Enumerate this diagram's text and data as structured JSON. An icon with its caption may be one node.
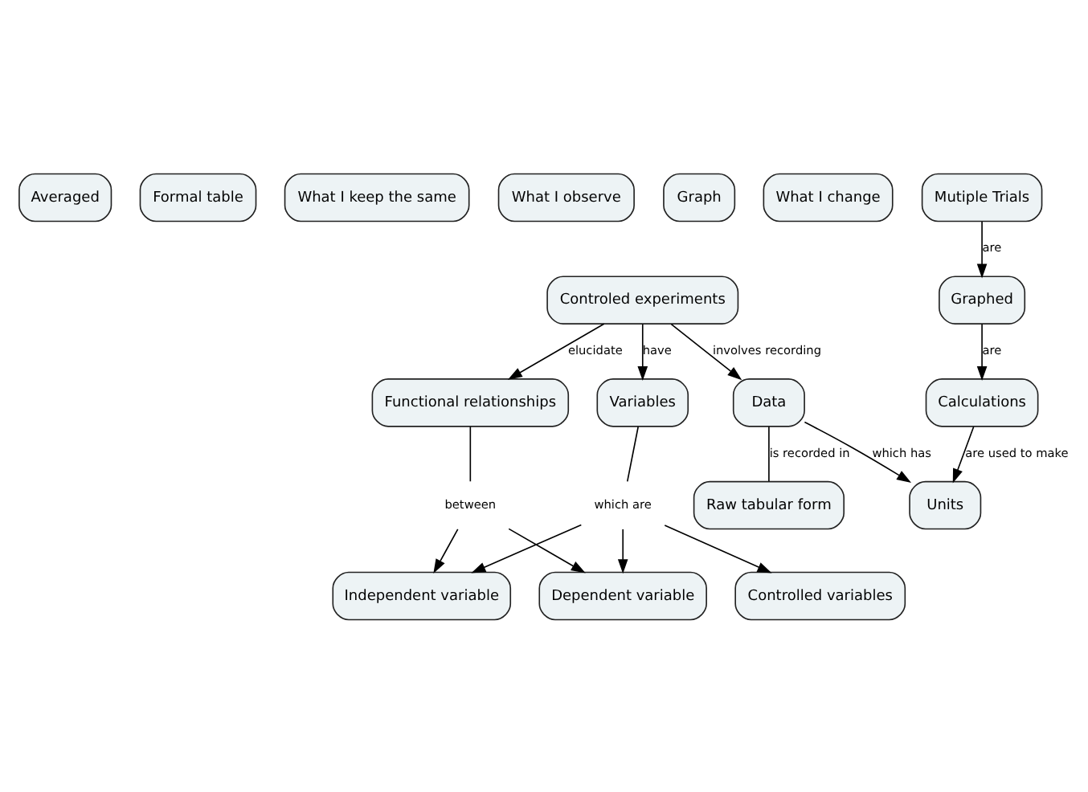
{
  "diagram": {
    "nodes": [
      {
        "text": [
          "Averaged"
        ]
      },
      {
        "text": [
          "Formal table"
        ]
      },
      {
        "text": [
          "What I keep the same"
        ]
      },
      {
        "text": [
          "What I observe"
        ]
      },
      {
        "text": [
          "Graph"
        ]
      },
      {
        "text": [
          "What I change"
        ]
      },
      {
        "text": [
          "Controled experiments"
        ]
      },
      {
        "text": [
          "Data"
        ]
      },
      {
        "text": [
          "Raw tabular form"
        ]
      },
      {
        "text": [
          "Variables"
        ]
      },
      {
        "text": [
          "Functional relationships"
        ]
      },
      {
        "text": [
          "Units"
        ]
      },
      {
        "text": [
          "Controlled variables"
        ]
      },
      {
        "text": [
          "Independent variable"
        ]
      },
      {
        "text": [
          "Dependent variable"
        ]
      },
      {
        "text": [
          "Calculations"
        ]
      },
      {
        "text": [
          "Mutiple Trials"
        ]
      },
      {
        "text": [
          "Graphed"
        ]
      },
      {
        "text": [
          "which are"
        ]
      },
      {
        "text": [
          "between"
        ]
      }
    ],
    "edges": [
      {
        "from": 6,
        "to": 7,
        "arrow": "to",
        "label": "involves recording"
      },
      {
        "from": 6,
        "to": 9,
        "arrow": "to",
        "label": "have"
      },
      {
        "from": 6,
        "to": 10,
        "arrow": "to",
        "label": "elucidate"
      },
      {
        "from": 7,
        "to": 8,
        "arrow": "none",
        "label": "is recorded in"
      },
      {
        "from": 7,
        "to": 11,
        "arrow": "to",
        "label": "which has"
      },
      {
        "from": 9,
        "to": 18,
        "arrow": "none"
      },
      {
        "from": 18,
        "to": 12,
        "arrow": "to"
      },
      {
        "from": 18,
        "to": 13,
        "arrow": "to"
      },
      {
        "from": 18,
        "to": 14,
        "arrow": "to"
      },
      {
        "from": 10,
        "to": 19,
        "arrow": "none"
      },
      {
        "from": 19,
        "to": 13,
        "arrow": "to"
      },
      {
        "from": 19,
        "to": 14,
        "arrow": "to"
      },
      {
        "from": 15,
        "to": 11,
        "arrow": "to",
        "label": "are used to make"
      },
      {
        "from": 17,
        "to": 15,
        "arrow": "to",
        "label": "are"
      },
      {
        "from": 16,
        "to": 17,
        "arrow": "to",
        "label": "are"
      }
    ]
  }
}
